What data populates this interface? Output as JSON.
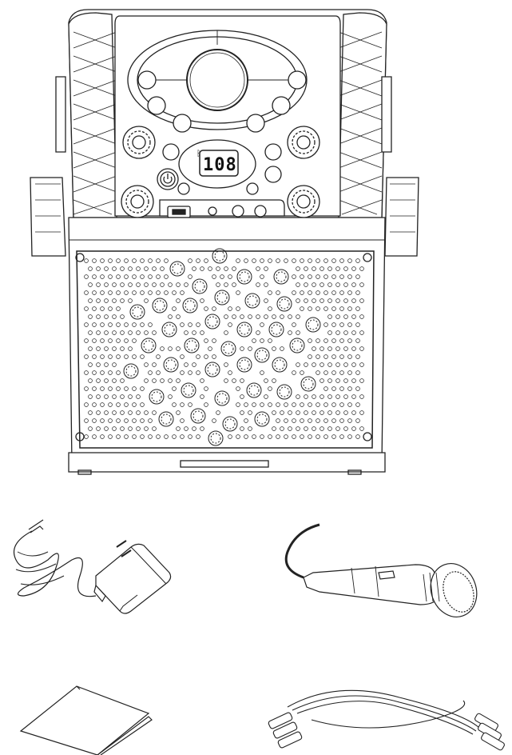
{
  "machine": {
    "display_value": "108"
  },
  "accessories": {
    "items": [
      {
        "name": "ac-adapter"
      },
      {
        "name": "microphone"
      },
      {
        "name": "instruction-manual"
      },
      {
        "name": "av-cable"
      }
    ]
  },
  "icons": {
    "bluetooth": "bluetooth-icon",
    "power": "power-icon",
    "usb": "usb-port-icon"
  },
  "colors": {
    "line": "#222222",
    "fill": "#ffffff",
    "shade": "#e6e6e6",
    "display": "#111111"
  }
}
